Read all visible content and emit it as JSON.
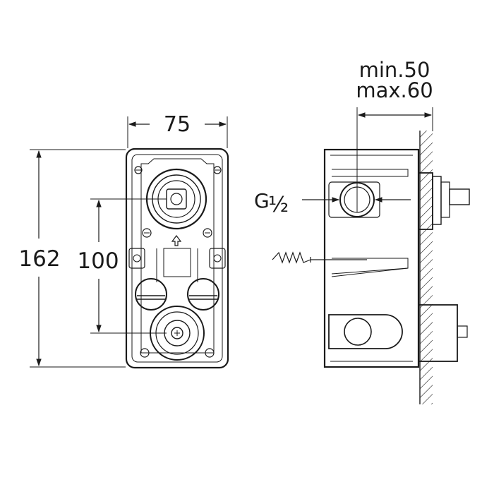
{
  "front_view": {
    "width_label": "75",
    "height_label": "162",
    "spacing_label": "100"
  },
  "side_view": {
    "depth_min_label": "min.50",
    "depth_max_label": "max.60",
    "thread_G": "G",
    "thread_half": "½"
  }
}
